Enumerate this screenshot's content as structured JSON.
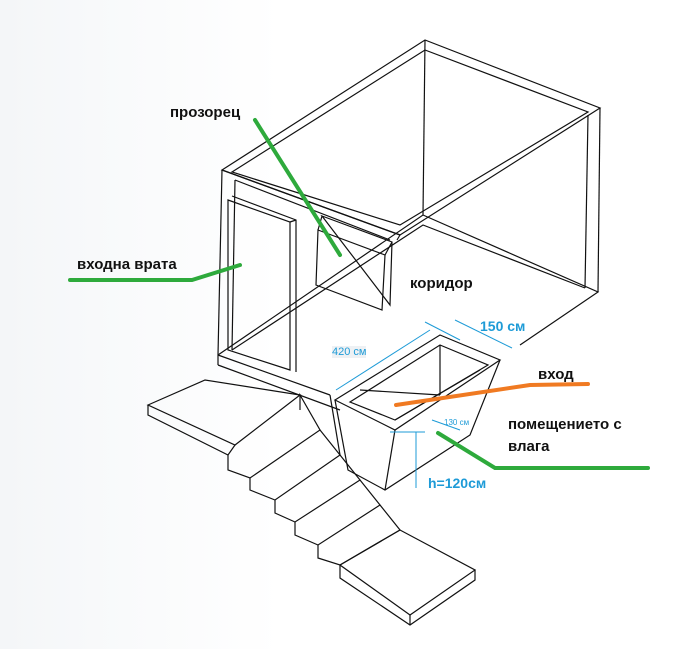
{
  "labels": {
    "window": "прозорец",
    "entrance_door": "входна врата",
    "corridor": "коридор",
    "entrance": "вход",
    "wet_room": "помещението с влага"
  },
  "dimensions": {
    "length": "420 см",
    "width": "150 см",
    "inner_width": "130 см",
    "height": "h=120см"
  },
  "colors": {
    "green_leader": "#2eaa3c",
    "orange_leader": "#f07a22",
    "dimension": "#1e9bd7"
  }
}
